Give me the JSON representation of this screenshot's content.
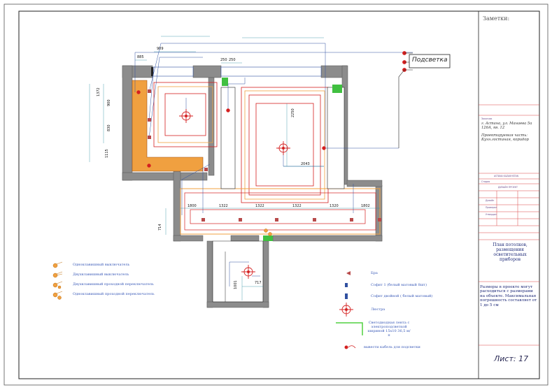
{
  "title_block": {
    "notes_label": "Заметки:",
    "client_label": "Заказчик",
    "project_address": "г. Астана, ул. Манаева 5а 126А, кв. 12",
    "design_part": "Проектируемая часть: Кухн.гостиная, коридор",
    "company": "ASTANA  KAZAKHSTAN",
    "stage_label": "Стадия",
    "project_name": "ДИЗАЙН ПРОЕКТ",
    "designer_label": "Дизайн",
    "checked_label": "Проверил",
    "approved_label": "Утвердил",
    "sheet_name": "План потолков, размещения осветительных приборов",
    "note": "Размеры в проекте могут расходиться с размерами на объекте. Максимальная погрешность составляет от 1 до 5 см",
    "sheet_number": "Лист: 17"
  },
  "callout": {
    "label": "Подсветка"
  },
  "legend_switches": [
    {
      "label": "Одноклавишный выключатель",
      "icon": "switch-single-icon"
    },
    {
      "label": "Двухклавишный выключатель",
      "icon": "switch-double-icon"
    },
    {
      "label": "Двухклавишный проходной переключатель",
      "icon": "switch-double-pass-icon"
    },
    {
      "label": "Одноклавишный проходной переключатель",
      "icon": "switch-single-pass-icon"
    }
  ],
  "legend_fixtures": [
    {
      "label": "Бра",
      "icon": "sconce-icon"
    },
    {
      "label": "Софит 1 (белый матовый 8шт)",
      "icon": "spotlight-square-icon"
    },
    {
      "label": "Софит двойной ( белый матовый)",
      "icon": "spotlight-double-icon"
    },
    {
      "label": "Люстра",
      "icon": "chandelier-icon"
    },
    {
      "label": "Светодиодная лента с электроподсветкой шириной 15x10 36,5 м/п",
      "icon": "led-strip-icon"
    },
    {
      "label": "вывести кабель для подсветки",
      "icon": "cable-outlet-icon"
    }
  ],
  "dimensions": {
    "d_885": "885",
    "d_909": "909",
    "d_250a": "250",
    "d_250b": "250",
    "d_1372": "1372",
    "d_900": "900",
    "d_830": "830",
    "d_1115": "1115",
    "d_2250": "2250",
    "d_2043": "2043",
    "d_1800": "1800",
    "d_1322a": "1322",
    "d_1322b": "1322",
    "d_1322c": "1322",
    "d_1320": "1320",
    "d_1802": "1802",
    "d_714": "714",
    "d_717": "717",
    "d_1001": "1001"
  },
  "colors": {
    "wall": "#8c8c8c",
    "orange": "#f0a040",
    "red": "#d42020",
    "blue": "#3050a0",
    "green": "#40c040",
    "teal": "#2a8aa0"
  }
}
